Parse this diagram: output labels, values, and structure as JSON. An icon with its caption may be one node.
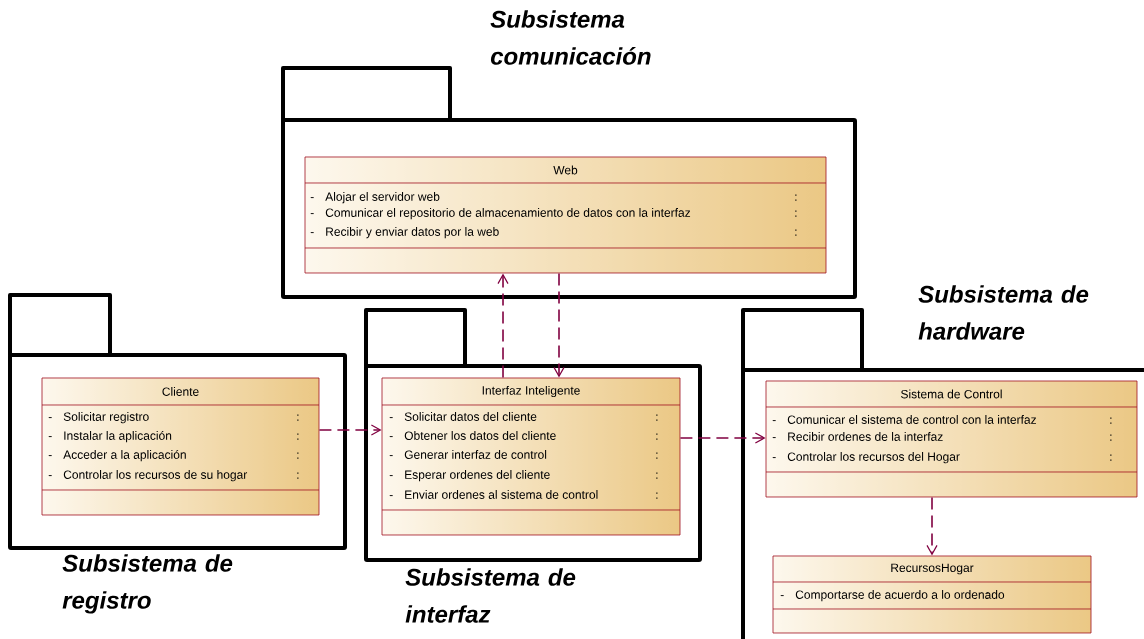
{
  "diagram": {
    "nodes": [
      {
        "text": [
          "Subsistema comunicación"
        ]
      },
      {
        "text": [
          "Web",
          "-",
          "Alojar el servidor web",
          ":",
          "-",
          "Comunicar el repositorio de almacenamiento de datos con la interfaz",
          ":",
          "-",
          "Recibir y enviar datos por la web",
          ":"
        ],
        "in": 0
      },
      {
        "text": [
          "Subsistema de registro"
        ]
      },
      {
        "text": [
          "Cliente",
          "-",
          "Solicitar registro",
          ":",
          "-",
          "Instalar la aplicación",
          ":",
          "-",
          "Acceder a la aplicación",
          ":",
          "-",
          "Controlar los recursos de su hogar",
          ":"
        ],
        "in": 2
      },
      {
        "text": [
          "Subsistema de interfaz"
        ]
      },
      {
        "text": [
          "Interfaz Inteligente",
          "-",
          "Solicitar datos del cliente",
          ":",
          "-",
          "Obtener los datos del cliente",
          ":",
          "-",
          "Generar interfaz de control",
          ":",
          "-",
          "Esperar ordenes del cliente",
          ":",
          "-",
          "Enviar ordenes al sistema de control",
          ":"
        ],
        "in": 4
      },
      {
        "text": [
          "Subsistema de hardware"
        ]
      },
      {
        "text": [
          "Sistema de Control",
          "-",
          "Comunicar el sistema de control con la interfaz",
          ":",
          "-",
          "Recibir ordenes de la interfaz",
          ":",
          "-",
          "Controlar los recursos del Hogar",
          ":"
        ],
        "in": 6
      },
      {
        "text": [
          "RecursosHogar",
          "-",
          "Comportarse de acuerdo a lo ordenado",
          ":"
        ],
        "in": 6
      }
    ],
    "edges": [
      {
        "from": 3,
        "to": 5,
        "arrow": "to",
        "style": "dashed"
      },
      {
        "from": 5,
        "to": 1,
        "arrow": "to",
        "style": "dashed"
      },
      {
        "from": 1,
        "to": 5,
        "arrow": "to",
        "style": "dashed"
      },
      {
        "from": 5,
        "to": 7,
        "arrow": "to",
        "style": "dashed"
      },
      {
        "from": 7,
        "to": 8,
        "arrow": "to",
        "style": "dashed"
      }
    ]
  }
}
